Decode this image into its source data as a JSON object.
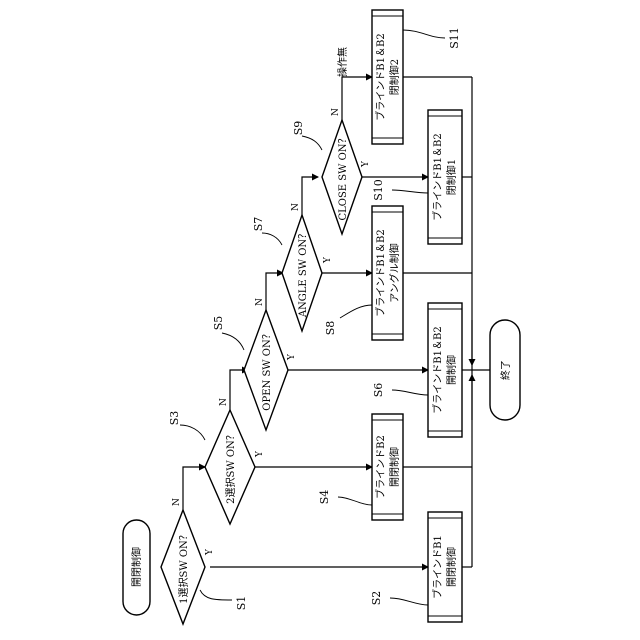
{
  "flowchart": {
    "start_label": "開閉制御",
    "end_label": "終了",
    "decisions": [
      {
        "label": "1選択SW ON？",
        "step": "S1",
        "yes": "Y",
        "no": "N"
      },
      {
        "label": "2選択SW ON？",
        "step": "S3",
        "yes": "Y",
        "no": "N"
      },
      {
        "label": "OPEN SW ON？",
        "step": "S5",
        "yes": "Y",
        "no": "N"
      },
      {
        "label": "ANGLE SW ON？",
        "step": "S7",
        "yes": "Y",
        "no": "N"
      },
      {
        "label": "CLOSE SW ON？",
        "step": "S9",
        "yes": "Y",
        "no": "N"
      }
    ],
    "processes": [
      {
        "line1": "ブラインドB1",
        "line2": "開閉制御",
        "step": "S2"
      },
      {
        "line1": "ブラインドB2",
        "line2": "開閉制御",
        "step": "S4"
      },
      {
        "line1": "ブラインドB1＆B2",
        "line2": "開制御",
        "step": "S6"
      },
      {
        "line1": "ブラインドB1＆B2",
        "line2": "アングル制御",
        "step": "S8"
      },
      {
        "line1": "ブラインドB1＆B2",
        "line2": "閉制御1",
        "step": "S10"
      },
      {
        "line1": "ブラインドB1＆B2",
        "line2": "閉制御2",
        "step": "S11"
      }
    ],
    "no_operation_label": "操作無"
  }
}
